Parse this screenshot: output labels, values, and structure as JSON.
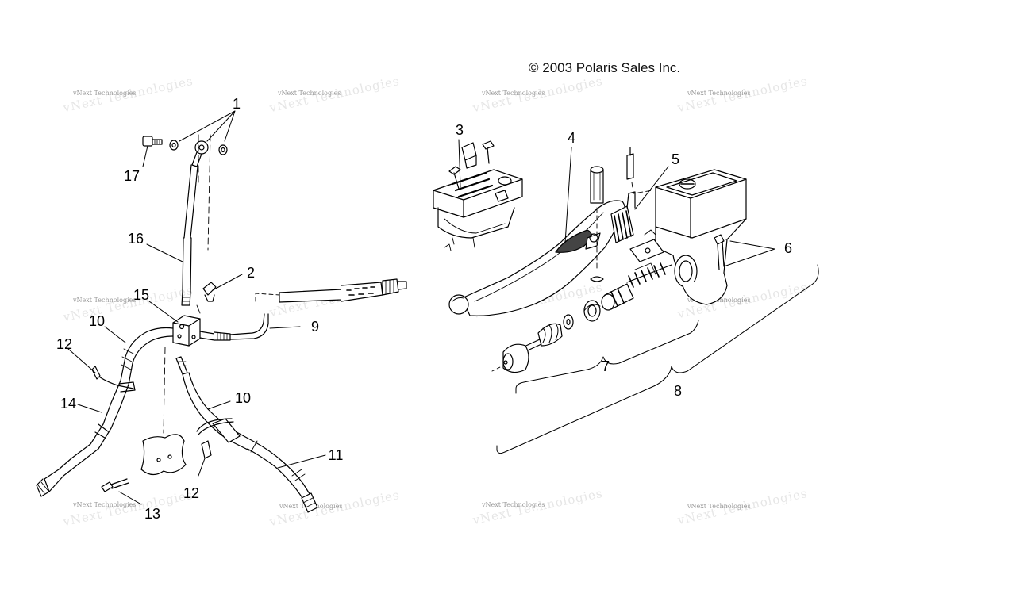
{
  "copyright": "© 2003 Polaris Sales Inc.",
  "watermark_text": "vNext Technologies",
  "callouts": [
    "1",
    "2",
    "3",
    "4",
    "5",
    "6",
    "7",
    "8",
    "9",
    "10",
    "10",
    "11",
    "12",
    "12",
    "13",
    "14",
    "15",
    "16",
    "17"
  ]
}
